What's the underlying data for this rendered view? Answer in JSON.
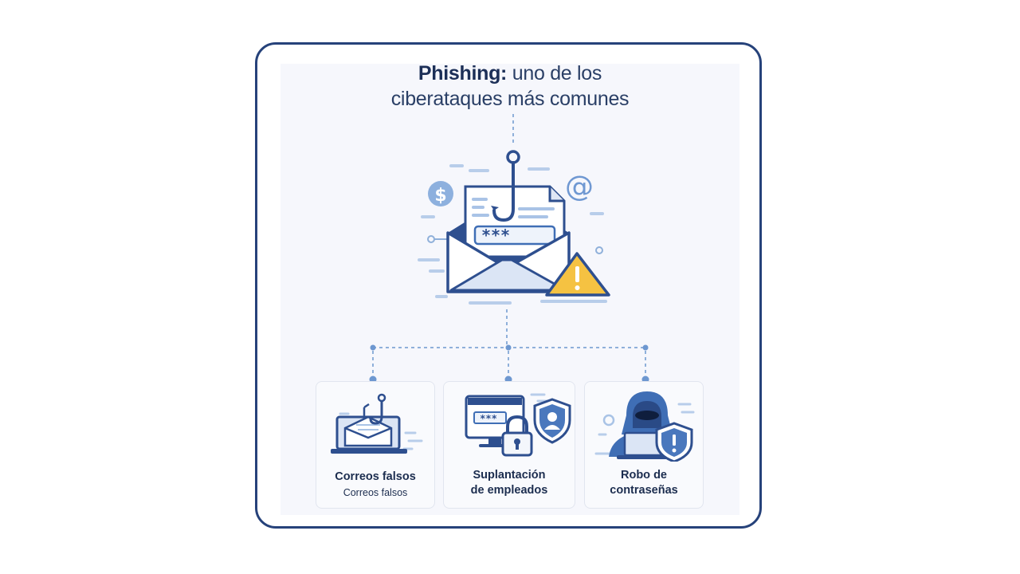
{
  "title": {
    "strong": "Phishing:",
    "rest_line1": "uno de los",
    "line2": "ciberataques más comunes"
  },
  "cards": [
    {
      "label": "Correos falsos",
      "sublabel": "Correos falsos",
      "icon": "phishing-laptop-icon"
    },
    {
      "label_line1": "Suplantación",
      "label_line2": "de empleados",
      "icon": "impersonation-monitor-icon"
    },
    {
      "label_line1": "Robo de",
      "label_line2": "contraseñas",
      "icon": "hacker-icon"
    }
  ],
  "central": {
    "icon": "phishing-envelope-icon",
    "password_mask": "***"
  },
  "colors": {
    "navy": "#26427a",
    "blue": "#3f6eb5",
    "light_blue": "#a9c3e6",
    "warning": "#f5c242"
  }
}
